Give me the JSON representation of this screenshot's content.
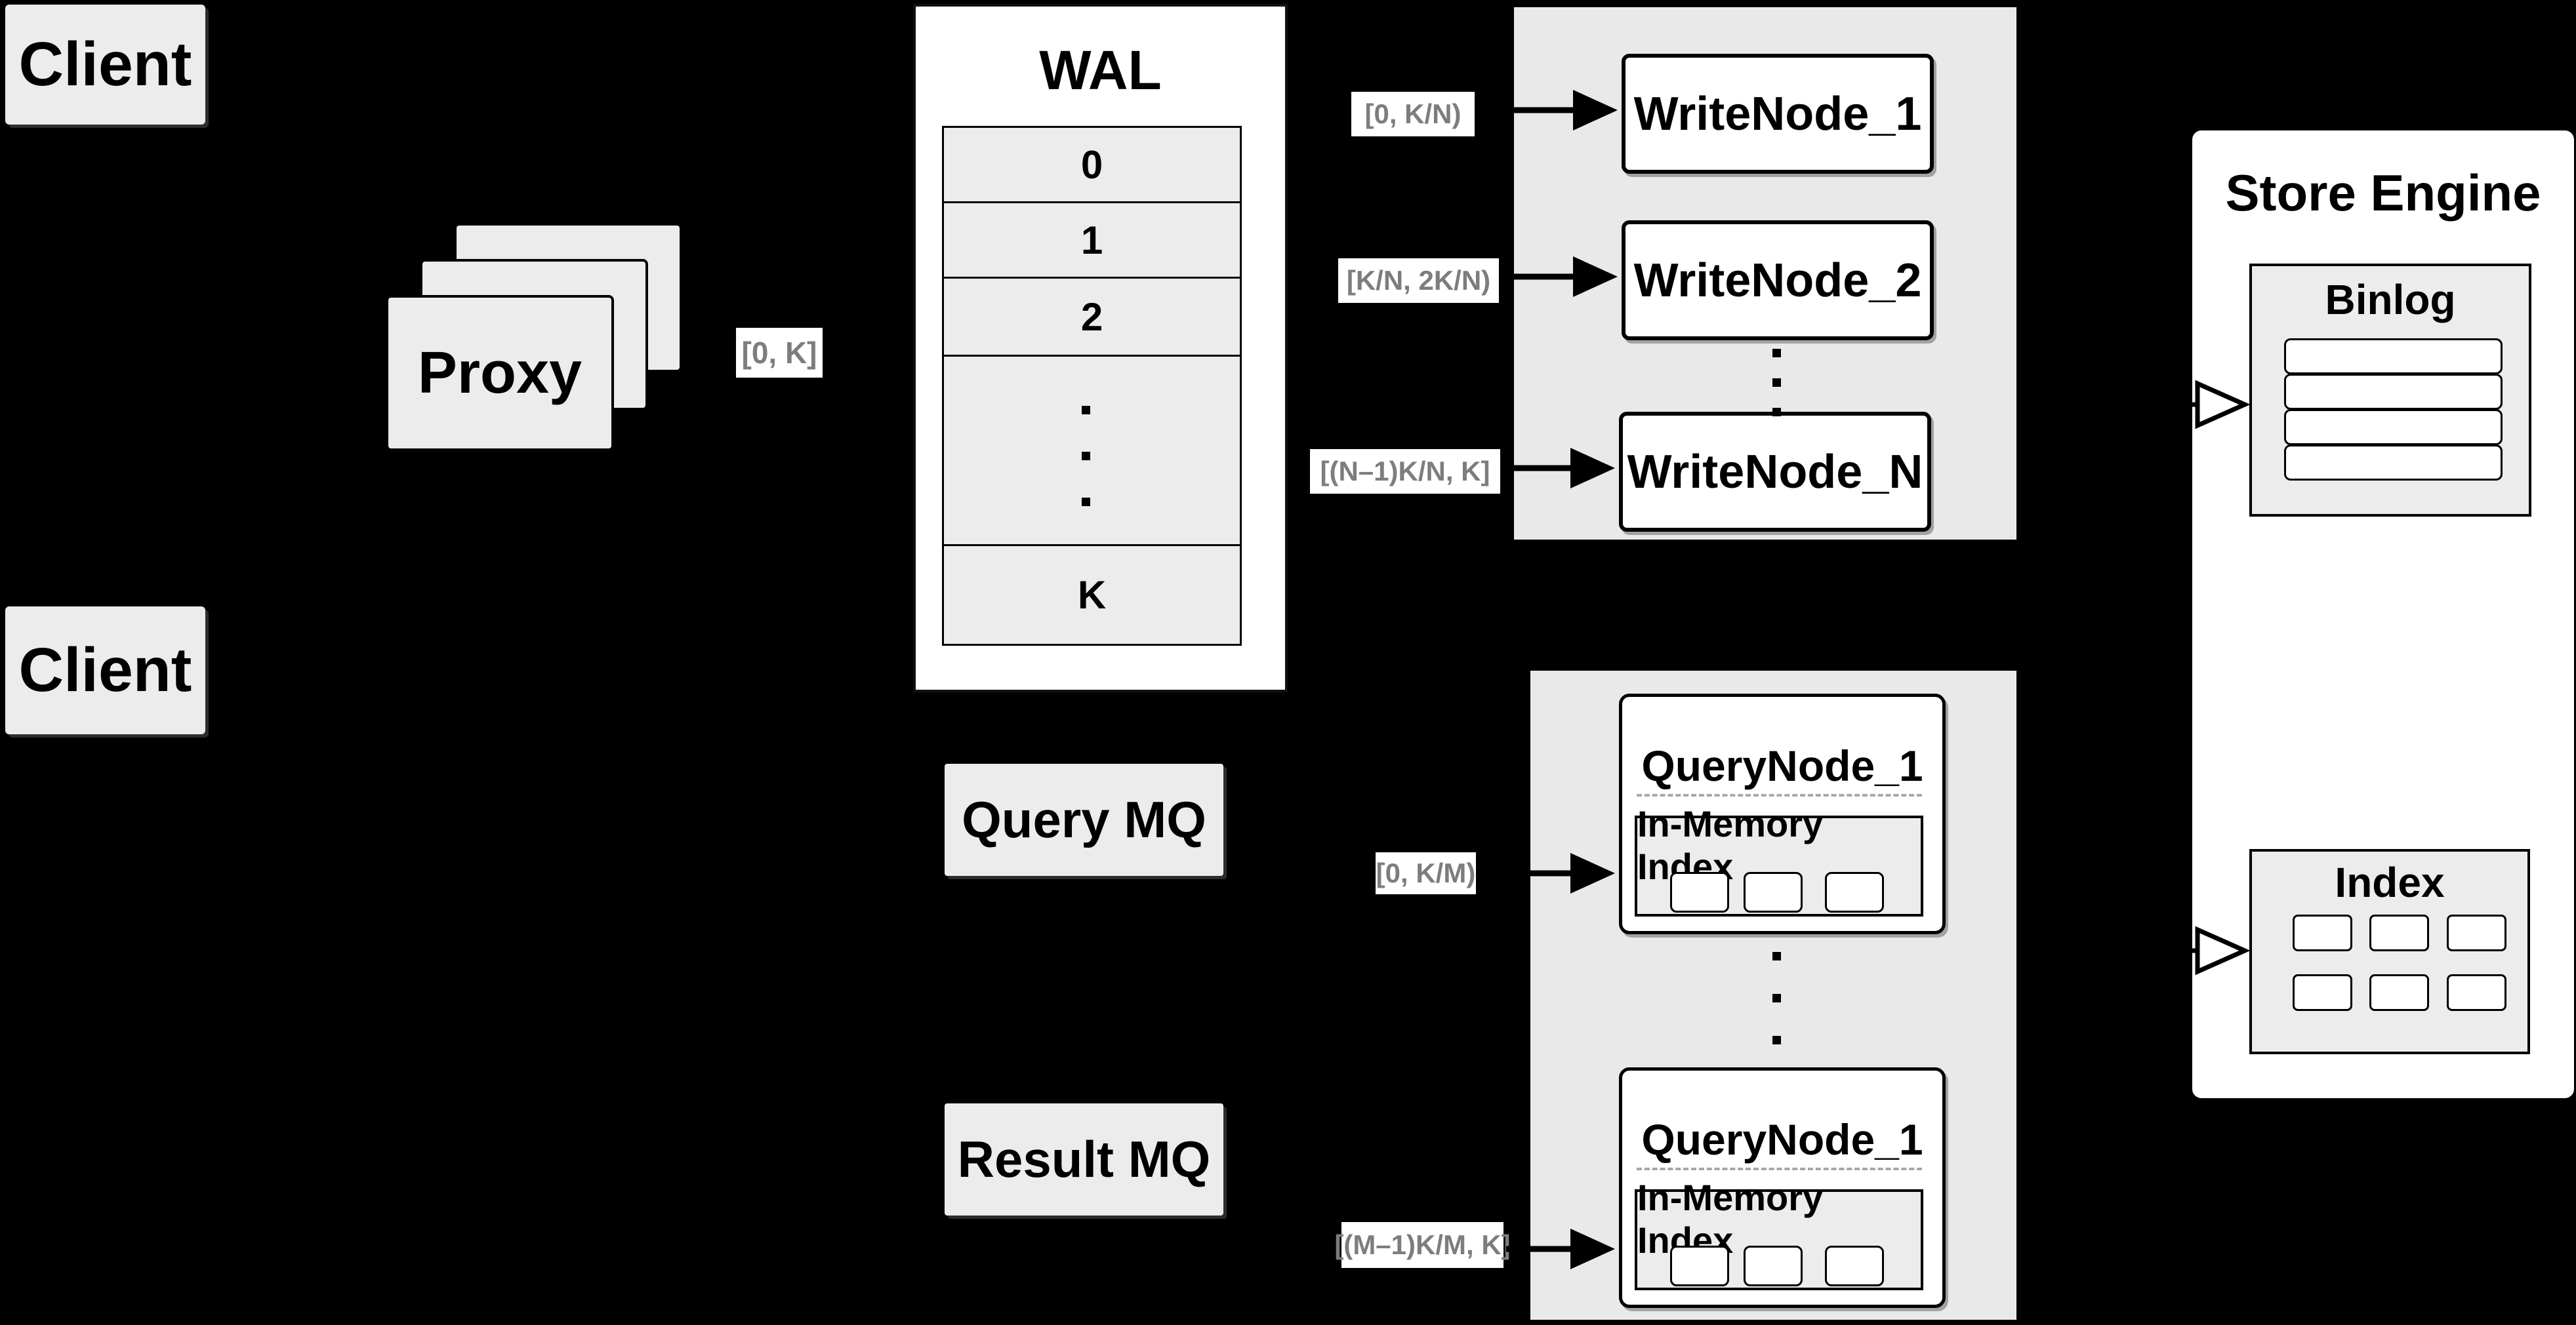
{
  "colors": {
    "background": "#000000",
    "panel_gray": "#e9e9e9",
    "box_gray": "#ececec",
    "node_white": "#ffffff",
    "border_black": "#000000",
    "chip_text_gray": "#7d7d7d"
  },
  "clients": {
    "top": "Client",
    "bottom": "Client"
  },
  "proxy": {
    "label": "Proxy"
  },
  "wal": {
    "title": "WAL",
    "rows": [
      "0",
      "1",
      "2"
    ],
    "last_row": "K"
  },
  "flow_labels": {
    "proxy_out": "[0, K]",
    "write_1": "[0, K/N)",
    "write_2": "[K/N, 2K/N)",
    "write_n": "[(N–1)K/N, K]",
    "query_1": "[0, K/M)",
    "query_m": "[(M–1)K/M, K]"
  },
  "write_panel": {
    "nodes": [
      "WriteNode_1",
      "WriteNode_2",
      "WriteNode_N"
    ]
  },
  "mq": {
    "query": "Query MQ",
    "result": "Result MQ"
  },
  "query_panel": {
    "nodes": [
      {
        "title": "QueryNode_1",
        "index_label": "In-Memory Index"
      },
      {
        "title": "QueryNode_1",
        "index_label": "In-Memory Index"
      }
    ]
  },
  "store_engine": {
    "title": "Store Engine",
    "binlog_title": "Binlog",
    "index_title": "Index"
  }
}
